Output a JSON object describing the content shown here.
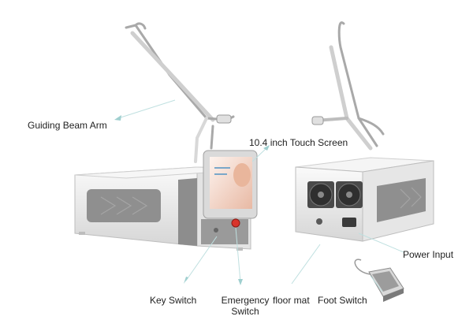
{
  "labels": {
    "guiding_beam_arm": "Guiding Beam Arm",
    "touch_screen": "10.4 inch Touch Screen",
    "key_switch": "Key Switch",
    "emergency_switch_line1": "Emergency",
    "emergency_switch_line2": "Switch",
    "floor_mat": "floor mat",
    "foot_switch": "Foot Switch",
    "power_input": "Power Input"
  },
  "colors": {
    "body": "#ececec",
    "body_shadow": "#c9c9c9",
    "panel": "#8d8d8d",
    "leader": "#bfe0e0",
    "screen_face": "#f3d4c4",
    "emergency_button": "#d9342b"
  }
}
